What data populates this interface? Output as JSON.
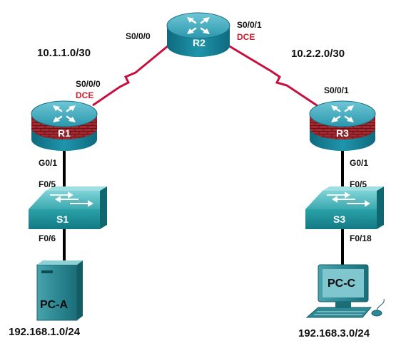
{
  "devices": {
    "r1": "R1",
    "r2": "R2",
    "r3": "R3",
    "s1": "S1",
    "s3": "S3",
    "pca": "PC-A",
    "pcc": "PC-C"
  },
  "ports": {
    "r2_s000": "S0/0/0",
    "r2_s001": "S0/0/1",
    "r1_s000": "S0/0/0",
    "r3_s001": "S0/0/1",
    "r1_g01": "G0/1",
    "r3_g01": "G0/1",
    "s1_f05": "F0/5",
    "s1_f06": "F0/6",
    "s3_f05": "F0/5",
    "s3_f018": "F0/18"
  },
  "dce": {
    "r2": "DCE",
    "r1": "DCE"
  },
  "networks": {
    "left_serial": "10.1.1.0/30",
    "right_serial": "10.2.2.0/30",
    "lan_a": "192.168.1.0/24",
    "lan_c": "192.168.3.0/24"
  },
  "colors": {
    "serial_link": "#c8103e",
    "router_blue": "#1e8ea4",
    "firewall_red": "#8e1b23",
    "switch_teal": "#2aa1a8"
  }
}
